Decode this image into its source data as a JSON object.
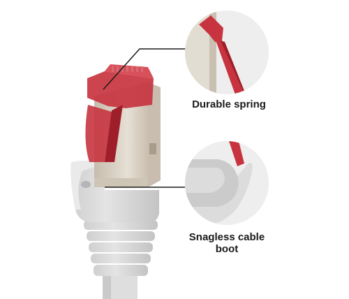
{
  "callouts": {
    "spring": {
      "label": "Durable spring"
    },
    "boot": {
      "label_line1": "Snagless cable",
      "label_line2": "boot"
    }
  },
  "icons": [
    "cable-connector-illustration",
    "spring-closeup-illustration",
    "boot-closeup-illustration"
  ],
  "colors": {
    "clip_red": "#c7343f",
    "clip_red_dark": "#9e1f2a",
    "boot_gray": "#dcdcdc",
    "boot_shadow": "#c3c3c3",
    "metal": "#dcd3c6",
    "metal_dark": "#b9ad9c",
    "background": "#ffffff",
    "circle_bg": "#eeeeee",
    "text": "#1a1a1a"
  }
}
